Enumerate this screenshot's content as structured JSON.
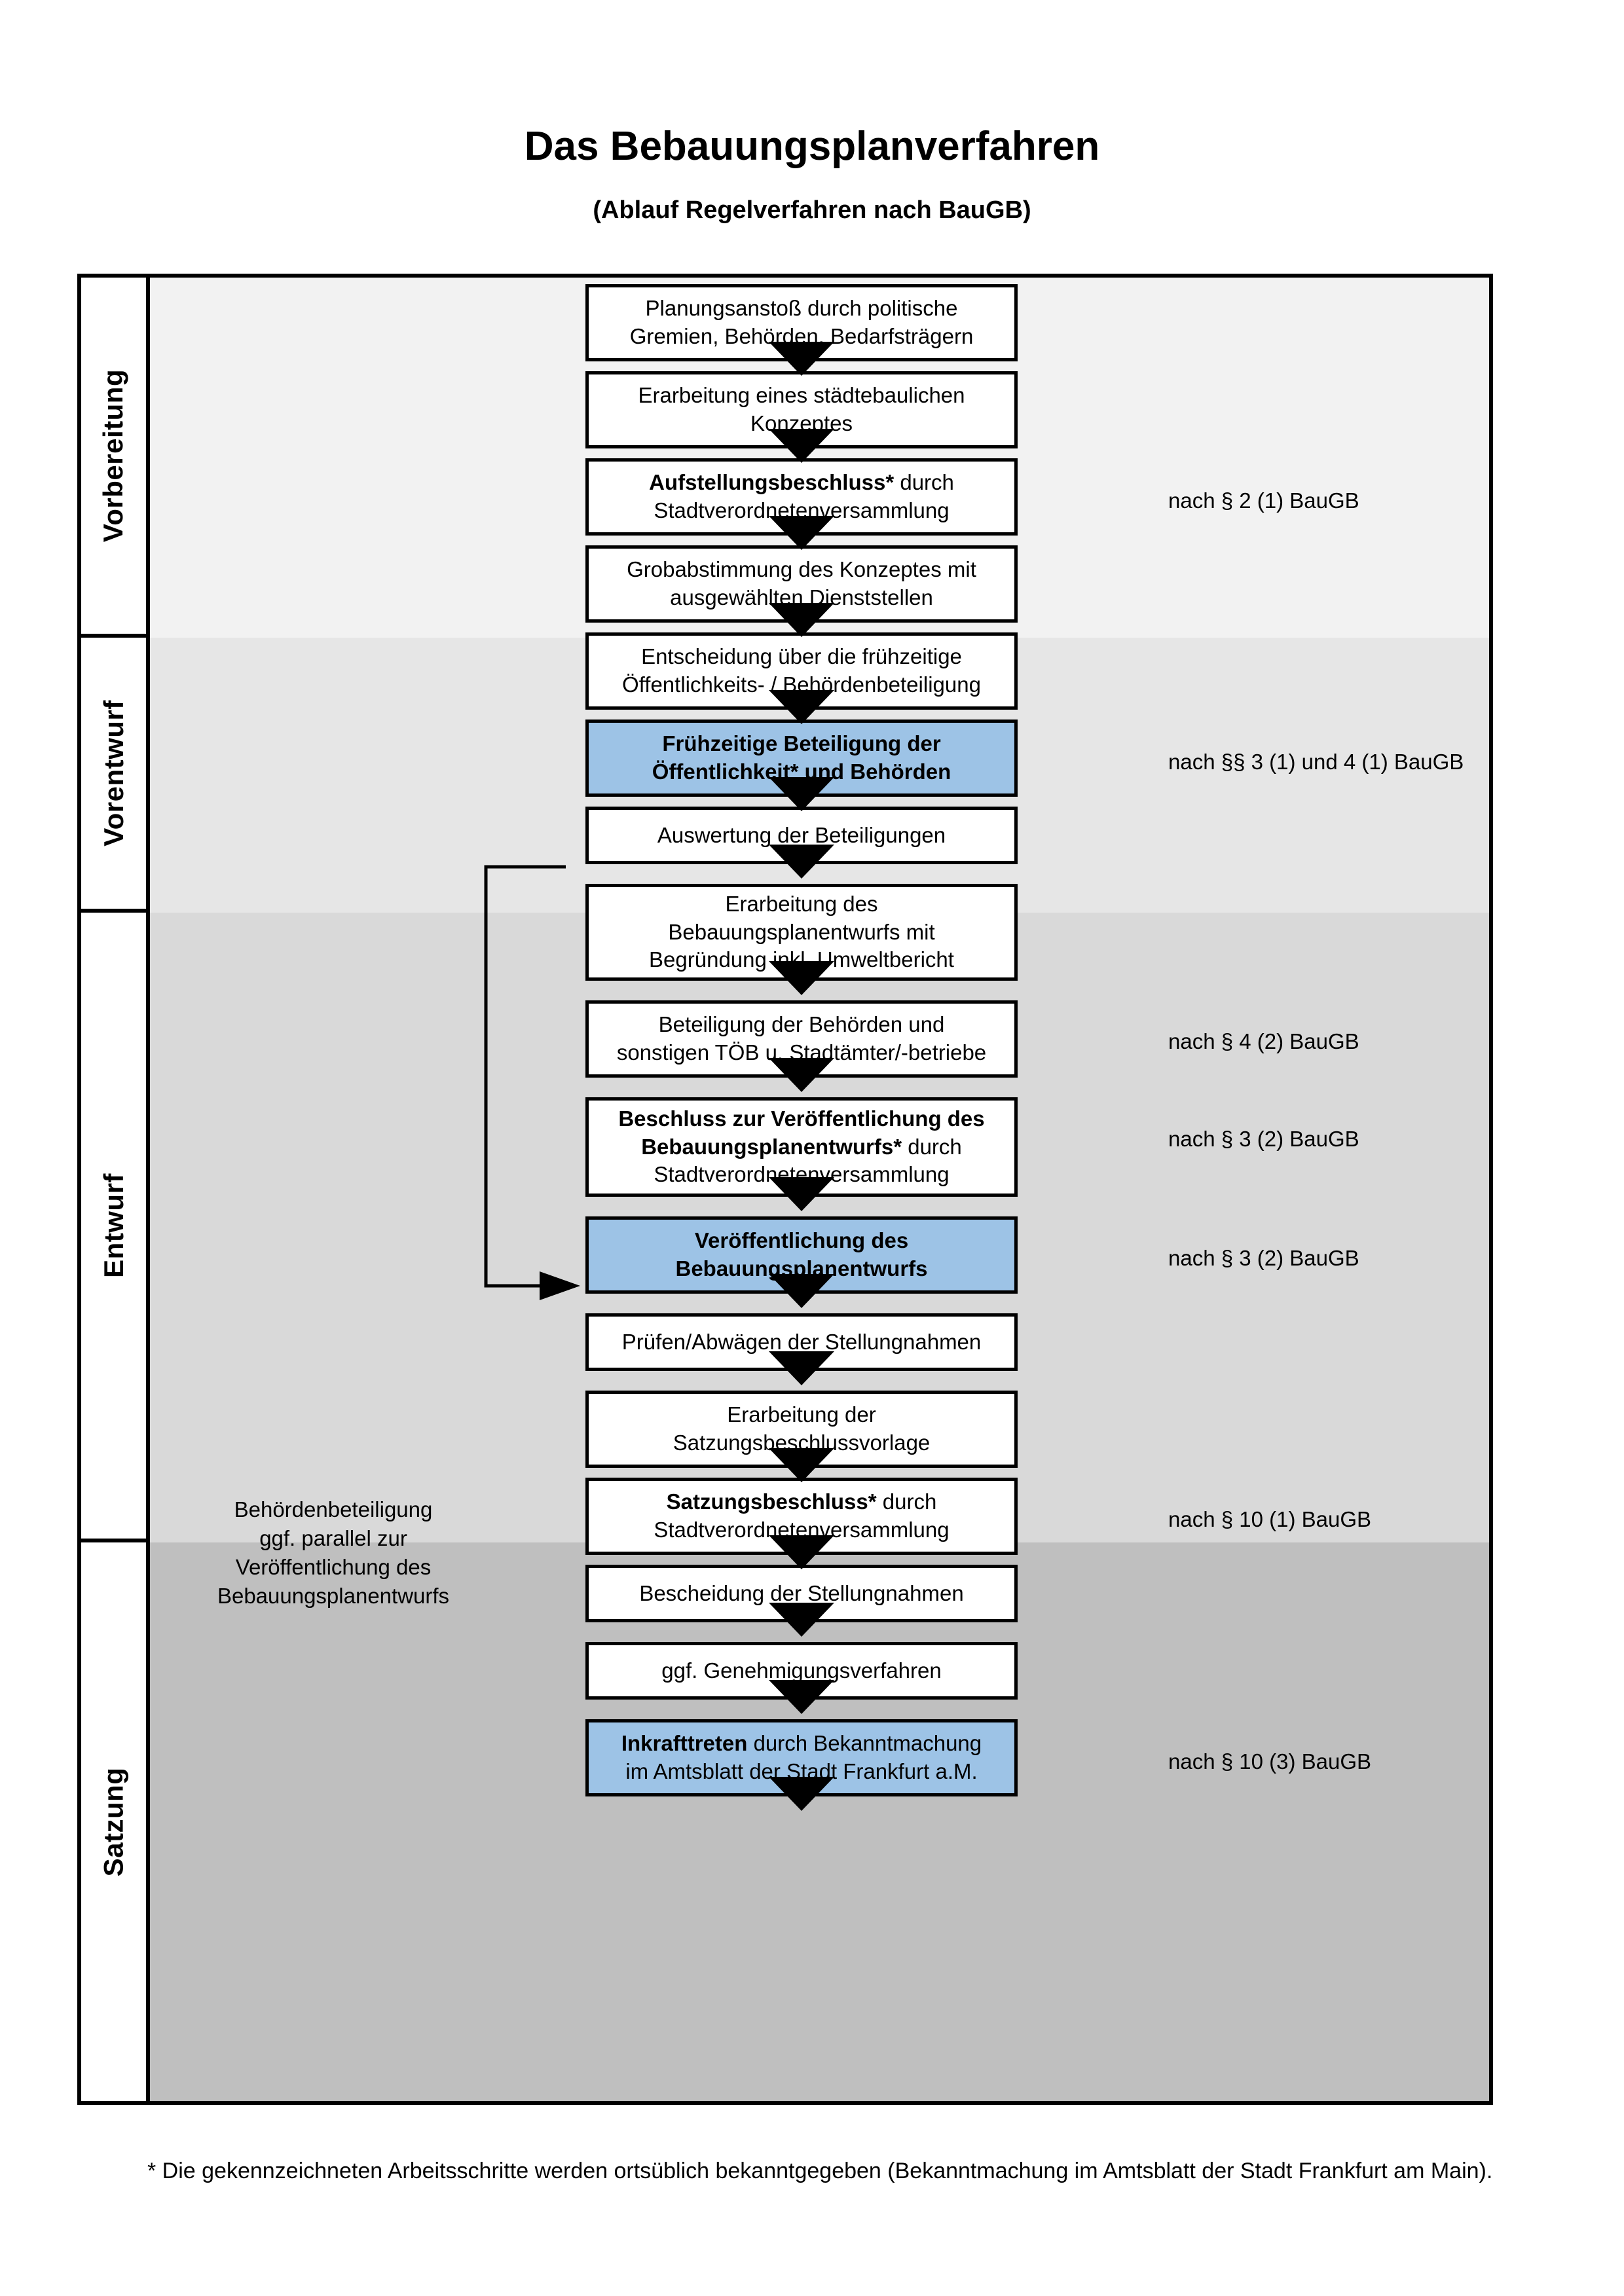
{
  "document": {
    "title": "Das Bebauungsplanverfahren",
    "subtitle": "(Ablauf Regelverfahren nach BauGB)",
    "footnote": "* Die gekennzeichneten Arbeitsschritte werden ortsüblich bekanntgegeben (Bekanntmachung im Amtsblatt  der Stadt Frankfurt am Main)."
  },
  "colors": {
    "highlight_blue": "#9DC3E6",
    "band_vorbereitung": "#F2F2F2",
    "band_vorentwurf": "#E6E6E6",
    "band_entwurf": "#D9D9D9",
    "band_satzung": "#BFBFBF",
    "outline": "#000000"
  },
  "phases": [
    {
      "label": "Vorbereitung",
      "band_color": "#F2F2F2"
    },
    {
      "label": "Vorentwurf",
      "band_color": "#E6E6E6"
    },
    {
      "label": "Entwurf",
      "band_color": "#D9D9D9"
    },
    {
      "label": "Satzung",
      "band_color": "#BFBFBF"
    }
  ],
  "steps": [
    {
      "id": "planungsanstoss",
      "phase": "Vorbereitung",
      "lines": [
        "Planungsanstoß durch politische",
        "Gremien, Behörden, Bedarfsträgern"
      ],
      "bold_prefix": "",
      "highlight": false
    },
    {
      "id": "staedtebau-konzept",
      "phase": "Vorbereitung",
      "lines": [
        "Erarbeitung eines städtebaulichen",
        "Konzeptes"
      ],
      "bold_prefix": "",
      "highlight": false
    },
    {
      "id": "aufstellungsbeschluss",
      "phase": "Vorbereitung",
      "lines": [
        "Aufstellungsbeschluss* durch",
        "Stadtverordnetenversammlung"
      ],
      "bold_prefix": "Aufstellungsbeschluss*",
      "highlight": false
    },
    {
      "id": "grobabstimmung",
      "phase": "Vorentwurf",
      "lines": [
        "Grobabstimmung des Konzeptes mit",
        "ausgewählten Dienststellen"
      ],
      "bold_prefix": "",
      "highlight": false
    },
    {
      "id": "entscheidung-fruehzeitig",
      "phase": "Vorentwurf",
      "lines": [
        "Entscheidung über die frühzeitige",
        "Öffentlichkeits- / Behördenbeteiligung"
      ],
      "bold_prefix": "",
      "highlight": false
    },
    {
      "id": "fruehzeitige-beteiligung",
      "phase": "Vorentwurf",
      "lines": [
        "Frühzeitige Beteiligung der",
        "Öffentlichkeit* und Behörden"
      ],
      "bold_prefix": "ALL",
      "highlight": true
    },
    {
      "id": "auswertung",
      "phase": "Entwurf",
      "lines": [
        "Auswertung der Beteiligungen"
      ],
      "bold_prefix": "",
      "highlight": false
    },
    {
      "id": "erarbeitung-entwurf",
      "phase": "Entwurf",
      "lines": [
        "Erarbeitung des",
        "Bebauungsplanentwurfs mit",
        "Begründung inkl. Umweltbericht"
      ],
      "bold_prefix": "",
      "highlight": false
    },
    {
      "id": "beteiligung-behoerden",
      "phase": "Entwurf",
      "lines": [
        "Beteiligung der Behörden und",
        "sonstigen TÖB u. Stadtämter/-betriebe"
      ],
      "bold_prefix": "",
      "highlight": false
    },
    {
      "id": "beschluss-veroeffentlichung",
      "phase": "Entwurf",
      "lines": [
        "Beschluss zur Veröffentlichung des",
        "Bebauungsplanentwurfs* durch",
        "Stadtverordnetenversammlung"
      ],
      "bold_prefix": "Beschluss zur Veröffentlichung des Bebauungsplanentwurfs*",
      "highlight": false
    },
    {
      "id": "veroeffentlichung",
      "phase": "Entwurf",
      "lines": [
        "Veröffentlichung des",
        "Bebauungsplanentwurfs"
      ],
      "bold_prefix": "ALL",
      "highlight": true
    },
    {
      "id": "pruefen-abwaegen",
      "phase": "Satzung",
      "lines": [
        "Prüfen/Abwägen der Stellungnahmen"
      ],
      "bold_prefix": "",
      "highlight": false
    },
    {
      "id": "satzungsvorlage",
      "phase": "Satzung",
      "lines": [
        "Erarbeitung der",
        "Satzungsbeschlussvorlage"
      ],
      "bold_prefix": "",
      "highlight": false
    },
    {
      "id": "satzungsbeschluss",
      "phase": "Satzung",
      "lines": [
        "Satzungsbeschluss* durch",
        "Stadtverordnetenversammlung"
      ],
      "bold_prefix": "Satzungsbeschluss*",
      "highlight": false
    },
    {
      "id": "bescheidung",
      "phase": "Satzung",
      "lines": [
        "Bescheidung der Stellungnahmen"
      ],
      "bold_prefix": "",
      "highlight": false
    },
    {
      "id": "genehmigungsverfahren",
      "phase": "Satzung",
      "lines": [
        "ggf. Genehmigungsverfahren"
      ],
      "bold_prefix": "",
      "highlight": false
    },
    {
      "id": "inkrafttreten",
      "phase": "Satzung",
      "lines": [
        "Inkrafttreten durch Bekanntmachung",
        "im Amtsblatt der Stadt Frankfurt a.M."
      ],
      "bold_prefix": "Inkrafttreten",
      "highlight": true
    }
  ],
  "legal_refs": [
    {
      "id": "ref-aufstellungsbeschluss",
      "text": "nach § 2 (1) BauGB"
    },
    {
      "id": "ref-fruehzeitige-beteiligung",
      "text": "nach §§ 3 (1) und 4 (1) BauGB"
    },
    {
      "id": "ref-beteiligung-behoerden",
      "text": "nach § 4 (2) BauGB"
    },
    {
      "id": "ref-beschluss-veroeffentlichung",
      "text": "nach § 3 (2) BauGB"
    },
    {
      "id": "ref-veroeffentlichung",
      "text": "nach § 3 (2) BauGB"
    },
    {
      "id": "ref-satzungsbeschluss",
      "text": "nach § 10 (1) BauGB"
    },
    {
      "id": "ref-inkrafttreten",
      "text": "nach § 10 (3) BauGB"
    }
  ],
  "side_note": {
    "lines": [
      "Behördenbeteiligung",
      "ggf. parallel zur",
      "Veröffentlichung des",
      "Bebauungsplanentwurfs"
    ]
  }
}
